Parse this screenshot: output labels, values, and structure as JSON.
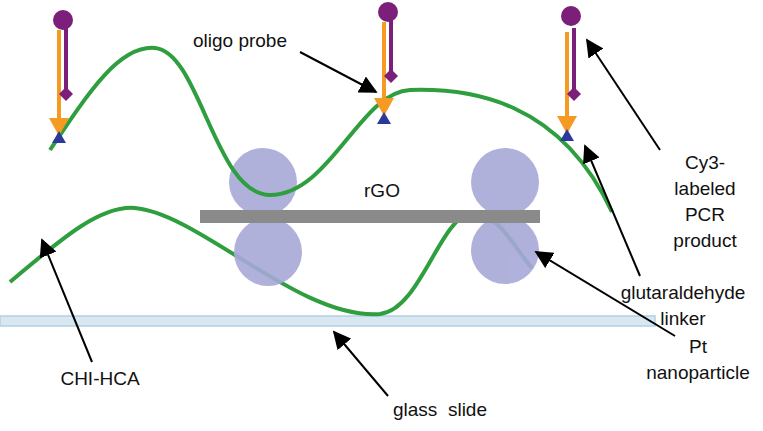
{
  "diagram": {
    "labels": [
      "oligo probe",
      "rGO",
      "Cy3- labeled PCR product",
      "glutaraldehyde linker",
      "CHI-HCA",
      "Pt nanoparticle",
      "glass  slide"
    ]
  }
}
